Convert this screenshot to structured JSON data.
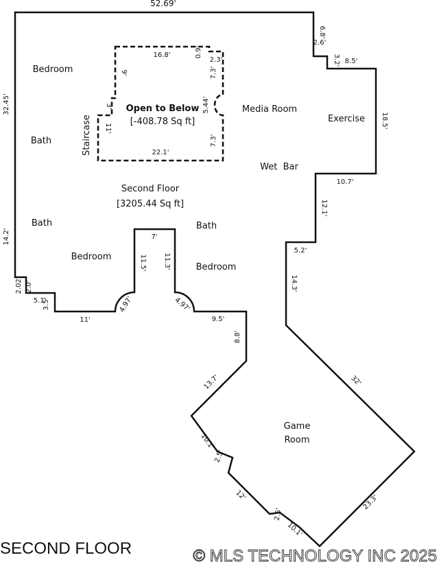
{
  "floor_title": "SECOND FLOOR",
  "copyright": "© MLS TECHNOLOGY INC 2025",
  "second_floor": {
    "label": "Second Floor",
    "area": "[3205.44 Sq ft]"
  },
  "open_to_below": {
    "label": "Open to Below",
    "area": "[-408.78 Sq ft]"
  },
  "rooms": {
    "bedroom_nw": "Bedroom",
    "bath_w": "Bath",
    "staircase": "Staircase",
    "bath_sw": "Bath",
    "bedroom_sw": "Bedroom",
    "bath_s": "Bath",
    "bedroom_s": "Bedroom",
    "media_room": "Media Room",
    "exercise": "Exercise",
    "wet_bar": "Wet  Bar",
    "game_room_1": "Game",
    "game_room_2": "Room"
  },
  "dimensions": {
    "top": "52.69'",
    "left": "32.45'",
    "left_lower": "14.2'",
    "d_6_8": "6.8'",
    "d_2_6": "2.6'",
    "d_3_2": "3.2'",
    "d_8_5": "8.5'",
    "right": "18.5'",
    "d_10_7": "10.7'",
    "d_12_1": "12.1'",
    "d_5_2": "5.2'",
    "d_14_3": "14.3'",
    "d_32": "32'",
    "d_23_3": "23.3'",
    "d_10_1_b": "10.1'",
    "d_2_5_b": "2.5'",
    "d_12": "12'",
    "d_2_5_a": "2.5'",
    "d_10_1_a": "10.1'",
    "d_13_7": "13.7'",
    "d_8_8": "8.8'",
    "d_9_5": "9.5'",
    "d_4_97_r": "4.97'",
    "d_11_3": "11.3'",
    "d_7": "7'",
    "d_11_5": "11.5'",
    "d_4_97_l": "4.97'",
    "d_11": "11'",
    "d_3_5": "3.5'",
    "d_5_1": "5.1'",
    "d_2_0": "2.0'",
    "d_2_02": "2.02'",
    "otb_top": "16.8'",
    "otb_0_9": "0.9'",
    "otb_2_3": "2.3'",
    "otb_7_3_a": "7.3'",
    "otb_5_44": "5.44'",
    "otb_7_3_b": "7.3'",
    "otb_bottom": "22.1'",
    "otb_11": "11'",
    "otb_3": "3'",
    "otb_9": "9'"
  }
}
